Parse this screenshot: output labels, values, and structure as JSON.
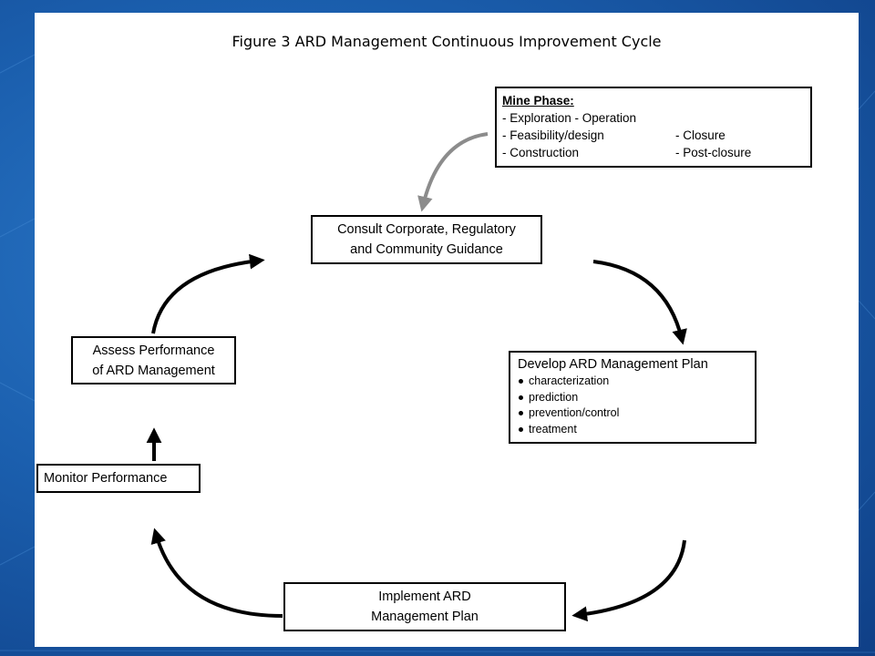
{
  "title": "Figure 3 ARD Management Continuous Improvement Cycle",
  "mine_phase": {
    "heading": "Mine Phase:",
    "rows": [
      {
        "col1": "- Exploration - Operation",
        "col2": ""
      },
      {
        "col1": "- Feasibility/design",
        "col2": "- Closure"
      },
      {
        "col1": "- Construction",
        "col2": "- Post-closure"
      }
    ]
  },
  "consult": {
    "line1": "Consult Corporate, Regulatory",
    "line2": "and Community Guidance"
  },
  "develop": {
    "title": "Develop ARD Management  Plan",
    "bullets": [
      "characterization",
      "prediction",
      "prevention/control",
      "treatment"
    ]
  },
  "implement": {
    "line1": "Implement ARD",
    "line2": "Management  Plan"
  },
  "monitor": {
    "label": "Monitor Performance"
  },
  "assess": {
    "line1": "Assess Performance",
    "line2": "of ARD Management"
  },
  "colors": {
    "feed_arrow": "#8c8c8c",
    "cycle_arrow": "#000000",
    "slide_bg": "#ffffff",
    "frame_bg": "#1b5fae"
  }
}
